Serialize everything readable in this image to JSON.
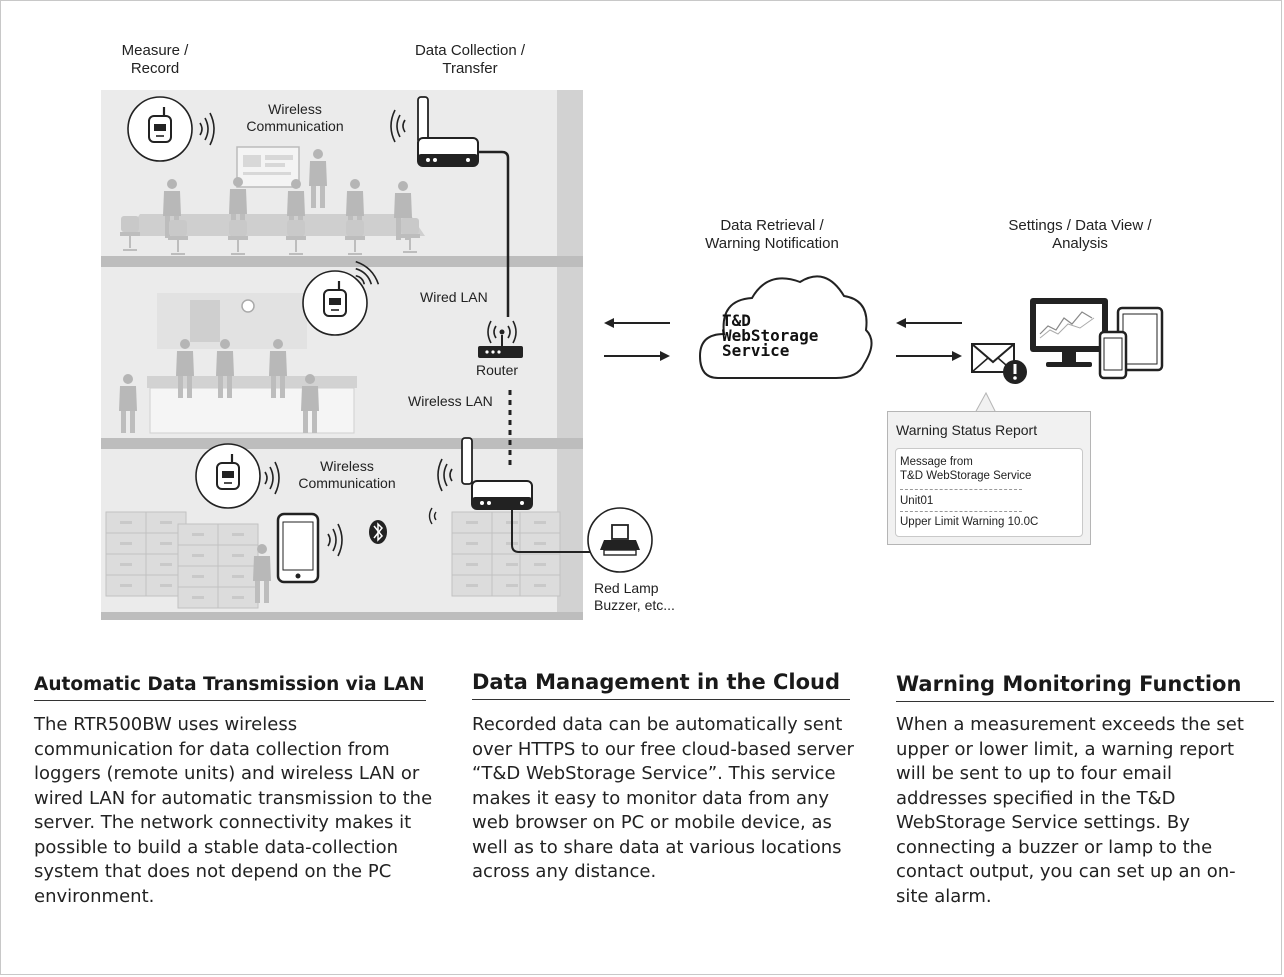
{
  "diagram": {
    "labels": {
      "measure_record": [
        "Measure /",
        "Record"
      ],
      "data_collection": [
        "Data Collection /",
        "Transfer"
      ],
      "wireless_comm_top": [
        "Wireless",
        "Communication"
      ],
      "wired_lan": "Wired LAN",
      "router": "Router",
      "wireless_lan": "Wireless LAN",
      "wireless_comm_bottom": [
        "Wireless",
        "Communication"
      ],
      "red_lamp": [
        "Red Lamp",
        "Buzzer, etc..."
      ],
      "data_retrieval": [
        "Data Retrieval /",
        "Warning Notification"
      ],
      "settings_view": [
        "Settings / Data View /",
        "Analysis"
      ]
    },
    "cloud_text": [
      "T&D",
      "WebStorage",
      "Service"
    ],
    "warning_report": {
      "title": "Warning Status Report",
      "message_lines": [
        "Message from",
        "T&D WebStorage Service"
      ],
      "unit": "Unit01",
      "warning": "Upper Limit Warning 10.0C"
    }
  },
  "columns": [
    {
      "heading": "Automatic Data Transmission via LAN",
      "body": "The RTR500BW uses wireless communication for data collection from loggers (remote units) and wireless LAN or wired LAN for automatic transmission to the server. The network connectivity makes it possible to build a stable data-collection system that does not depend on the PC environment."
    },
    {
      "heading": "Data Management in the Cloud",
      "body": "Recorded data can be automatically sent over HTTPS to our free cloud-based server “T&D WebStorage Service”. This service makes it easy to monitor data from any web browser on PC or mobile device, as well as to share data at various locations across any distance."
    },
    {
      "heading": "Warning Monitoring Function",
      "body": "When a measurement exceeds the set upper or lower limit, a warning report will be sent to up to four email addresses specified in the T&D WebStorage Service settings. By connecting a buzzer or lamp to the contact output, you can set up an on-site alarm."
    }
  ],
  "colors": {
    "building_wall": "#ebebeb",
    "floor_slab": "#bdbdbd",
    "dark_device": "#222222",
    "text": "#222222"
  }
}
